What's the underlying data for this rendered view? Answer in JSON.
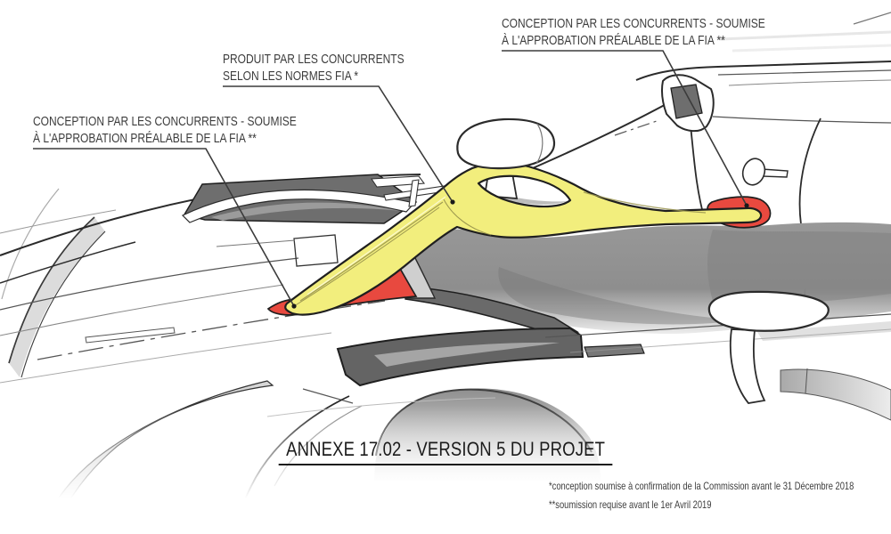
{
  "annotations": {
    "left": {
      "line1": "CONCEPTION PAR LES CONCURRENTS - SOUMISE",
      "line2": "À L'APPROBATION PRÉALABLE DE LA FIA **"
    },
    "middle": {
      "line1": "PRODUIT PAR LES CONCURRENTS",
      "line2": "SELON LES NORMES FIA *"
    },
    "right": {
      "line1": "CONCEPTION PAR LES CONCURRENTS - SOUMISE",
      "line2": "À L'APPROBATION PRÉALABLE DE LA FIA **"
    }
  },
  "title": "ANNEXE 17.02 - VERSION 5 DU PROJET",
  "footnotes": {
    "first": "*conception soumise à confirmation de la Commission avant le 31 Décembre 2018",
    "second": "**soumission requise avant le 1er Avril 2019"
  },
  "colors": {
    "halo_highlight": "#f2ee7d",
    "mount_highlight": "#e8493f",
    "outline": "#1f1f1f",
    "annotation_text": "#3c3c3c",
    "background": "#ffffff"
  }
}
